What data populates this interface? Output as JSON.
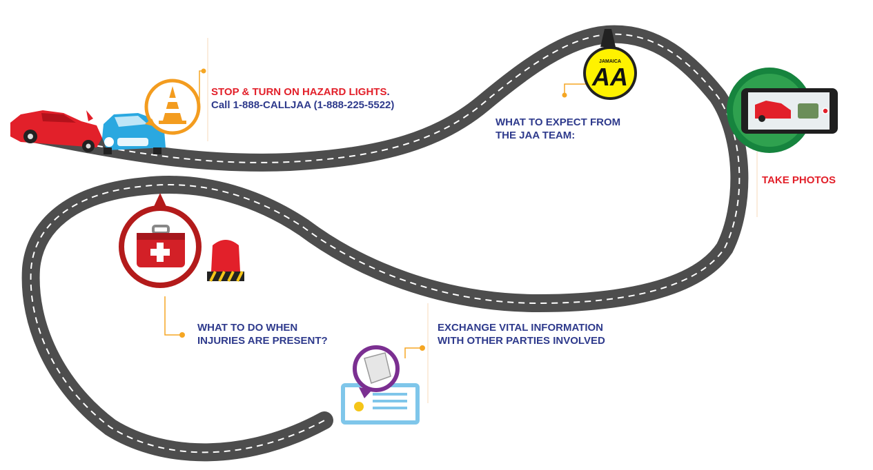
{
  "colors": {
    "road": "#4d4d4d",
    "dash": "#ffffff",
    "red_text": "#e2202a",
    "navy_text": "#2e3a8c",
    "connector": "#f5a623",
    "cone_ring": "#f39c1f",
    "aa_yellow": "#fff200",
    "camera_ring": "#16843e",
    "firstaid_ring": "#b31b1b",
    "document_ring": "#7b2f91"
  },
  "steps": {
    "hazard": {
      "icon": "traffic-cone-icon",
      "title": "STOP & TURN ON HAZARD LIGHTS",
      "period": ".",
      "call": "Call 1-888-CALLJAA (1-888-225-5522)"
    },
    "jaa": {
      "icon": "jamaica-aa-logo",
      "logo_small": "JAMAICA",
      "logo_big": "AA",
      "line1": "WHAT TO EXPECT FROM",
      "line2": "THE JAA TEAM:"
    },
    "photos": {
      "icon": "smartphone-camera-icon",
      "label": "TAKE PHOTOS"
    },
    "injuries": {
      "icon": "first-aid-kit-icon",
      "line1": "WHAT TO DO WHEN",
      "line2": "INJURIES ARE PRESENT?"
    },
    "exchange": {
      "icon": "document-license-icon",
      "line1": "EXCHANGE VITAL INFORMATION",
      "line2": "WITH OTHER PARTIES INVOLVED"
    }
  }
}
